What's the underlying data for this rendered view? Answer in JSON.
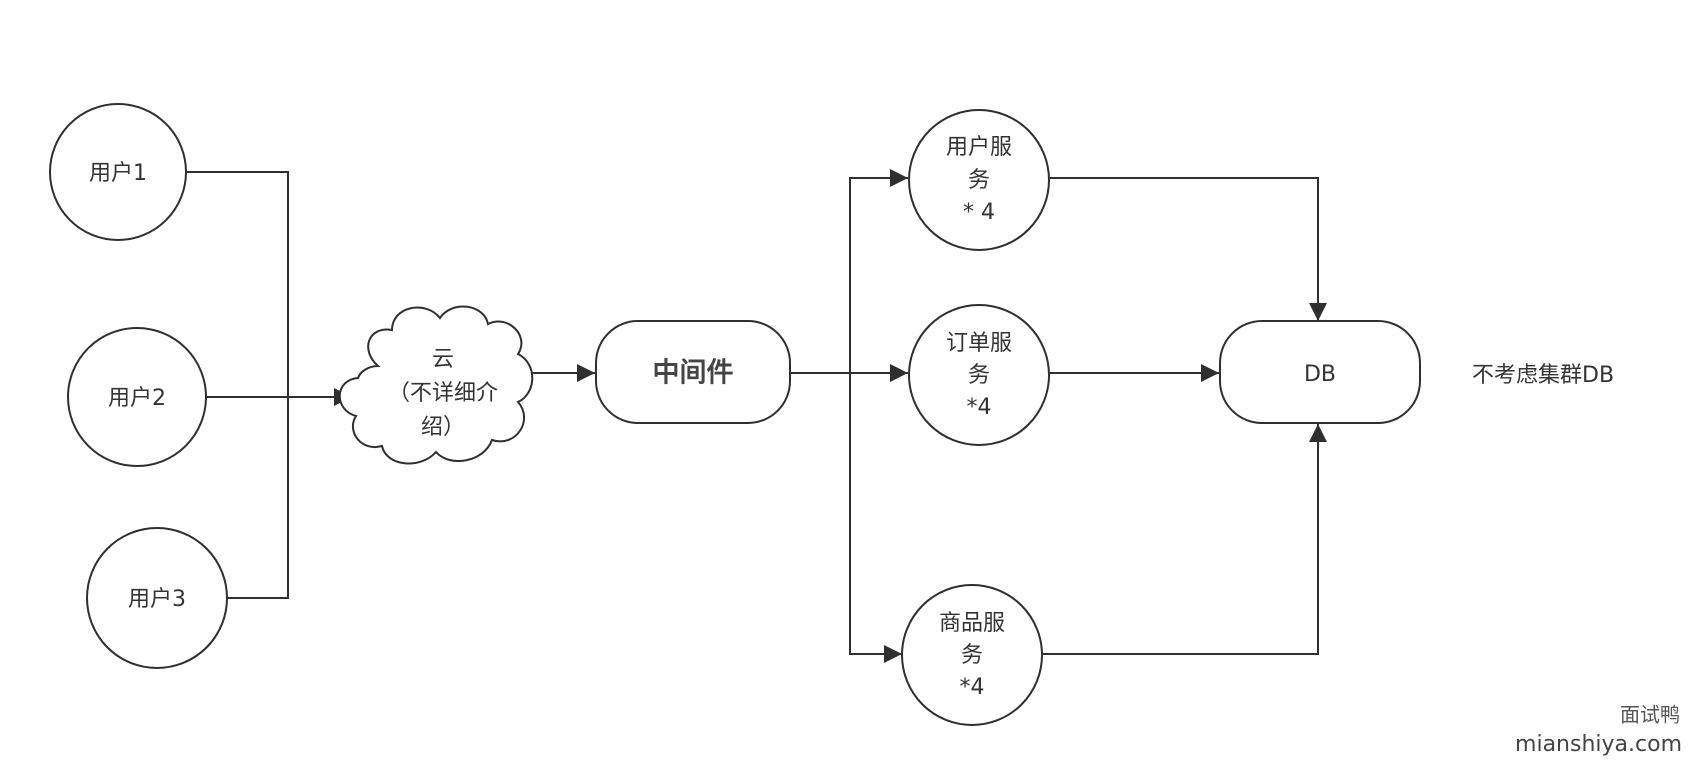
{
  "nodes": {
    "user1": "用户1",
    "user2": "用户2",
    "user3": "用户3",
    "cloud": [
      "云",
      "（不详细介",
      "绍）"
    ],
    "middleware": "中间件",
    "user_service": [
      "用户服",
      "务",
      "* 4"
    ],
    "order_service": [
      "订单服",
      "务",
      "*4"
    ],
    "product_service": [
      "商品服",
      "务",
      "*4"
    ],
    "db": "DB"
  },
  "note": "不考虑集群DB",
  "watermark": {
    "name": "面试鸭",
    "site": "mianshiya.com"
  },
  "edges": [
    {
      "from": "user1",
      "to": "cloud"
    },
    {
      "from": "user2",
      "to": "cloud"
    },
    {
      "from": "user3",
      "to": "cloud"
    },
    {
      "from": "cloud",
      "to": "middleware"
    },
    {
      "from": "middleware",
      "to": "user_service"
    },
    {
      "from": "middleware",
      "to": "order_service"
    },
    {
      "from": "middleware",
      "to": "product_service"
    },
    {
      "from": "user_service",
      "to": "db"
    },
    {
      "from": "order_service",
      "to": "db"
    },
    {
      "from": "product_service",
      "to": "db"
    }
  ],
  "colors": {
    "stroke": "#2f2f2f",
    "text": "#333333",
    "background": "#ffffff"
  }
}
